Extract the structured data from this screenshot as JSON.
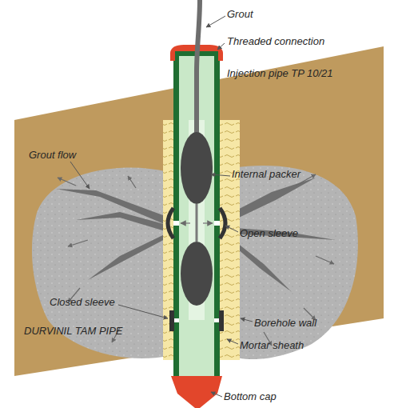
{
  "diagram": {
    "labels": [
      "Grout",
      "Threaded connection",
      "Injection pipe TP 10/21",
      "Grout flow",
      "Internal packer",
      "Open sleeve",
      "Closed sleeve",
      "Borehole wall",
      "DURVINIL TAM PIPE",
      "Mortar sheath",
      "Bottom cap"
    ]
  }
}
